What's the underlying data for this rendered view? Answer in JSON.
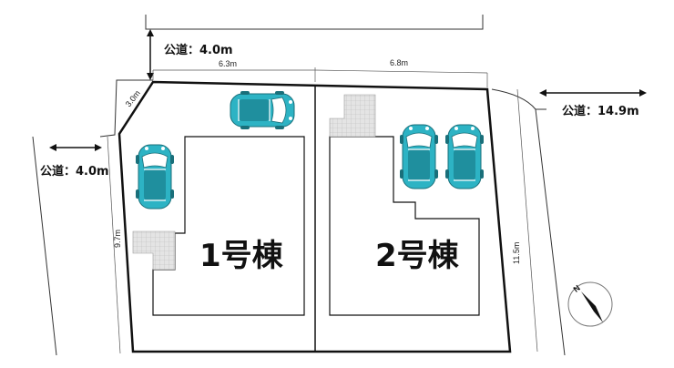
{
  "roads": {
    "north": "公道：4.0m",
    "west": "公道：4.0m",
    "east": "公道：14.9m"
  },
  "dimensions": {
    "lot1_front": "6.3m",
    "lot2_front": "6.8m",
    "corner_cut": "3.0m",
    "lot1_side": "9.7m",
    "lot2_side": "11.5m"
  },
  "lots": [
    {
      "label": "1号棟"
    },
    {
      "label": "2号棟"
    }
  ],
  "compass": {
    "letter": "N"
  },
  "colors": {
    "car_body": "#2db3c4",
    "car_dark": "#1f8f9e",
    "car_glass": "#ffffff",
    "outline": "#111111",
    "paving": "#d9d9d9"
  }
}
